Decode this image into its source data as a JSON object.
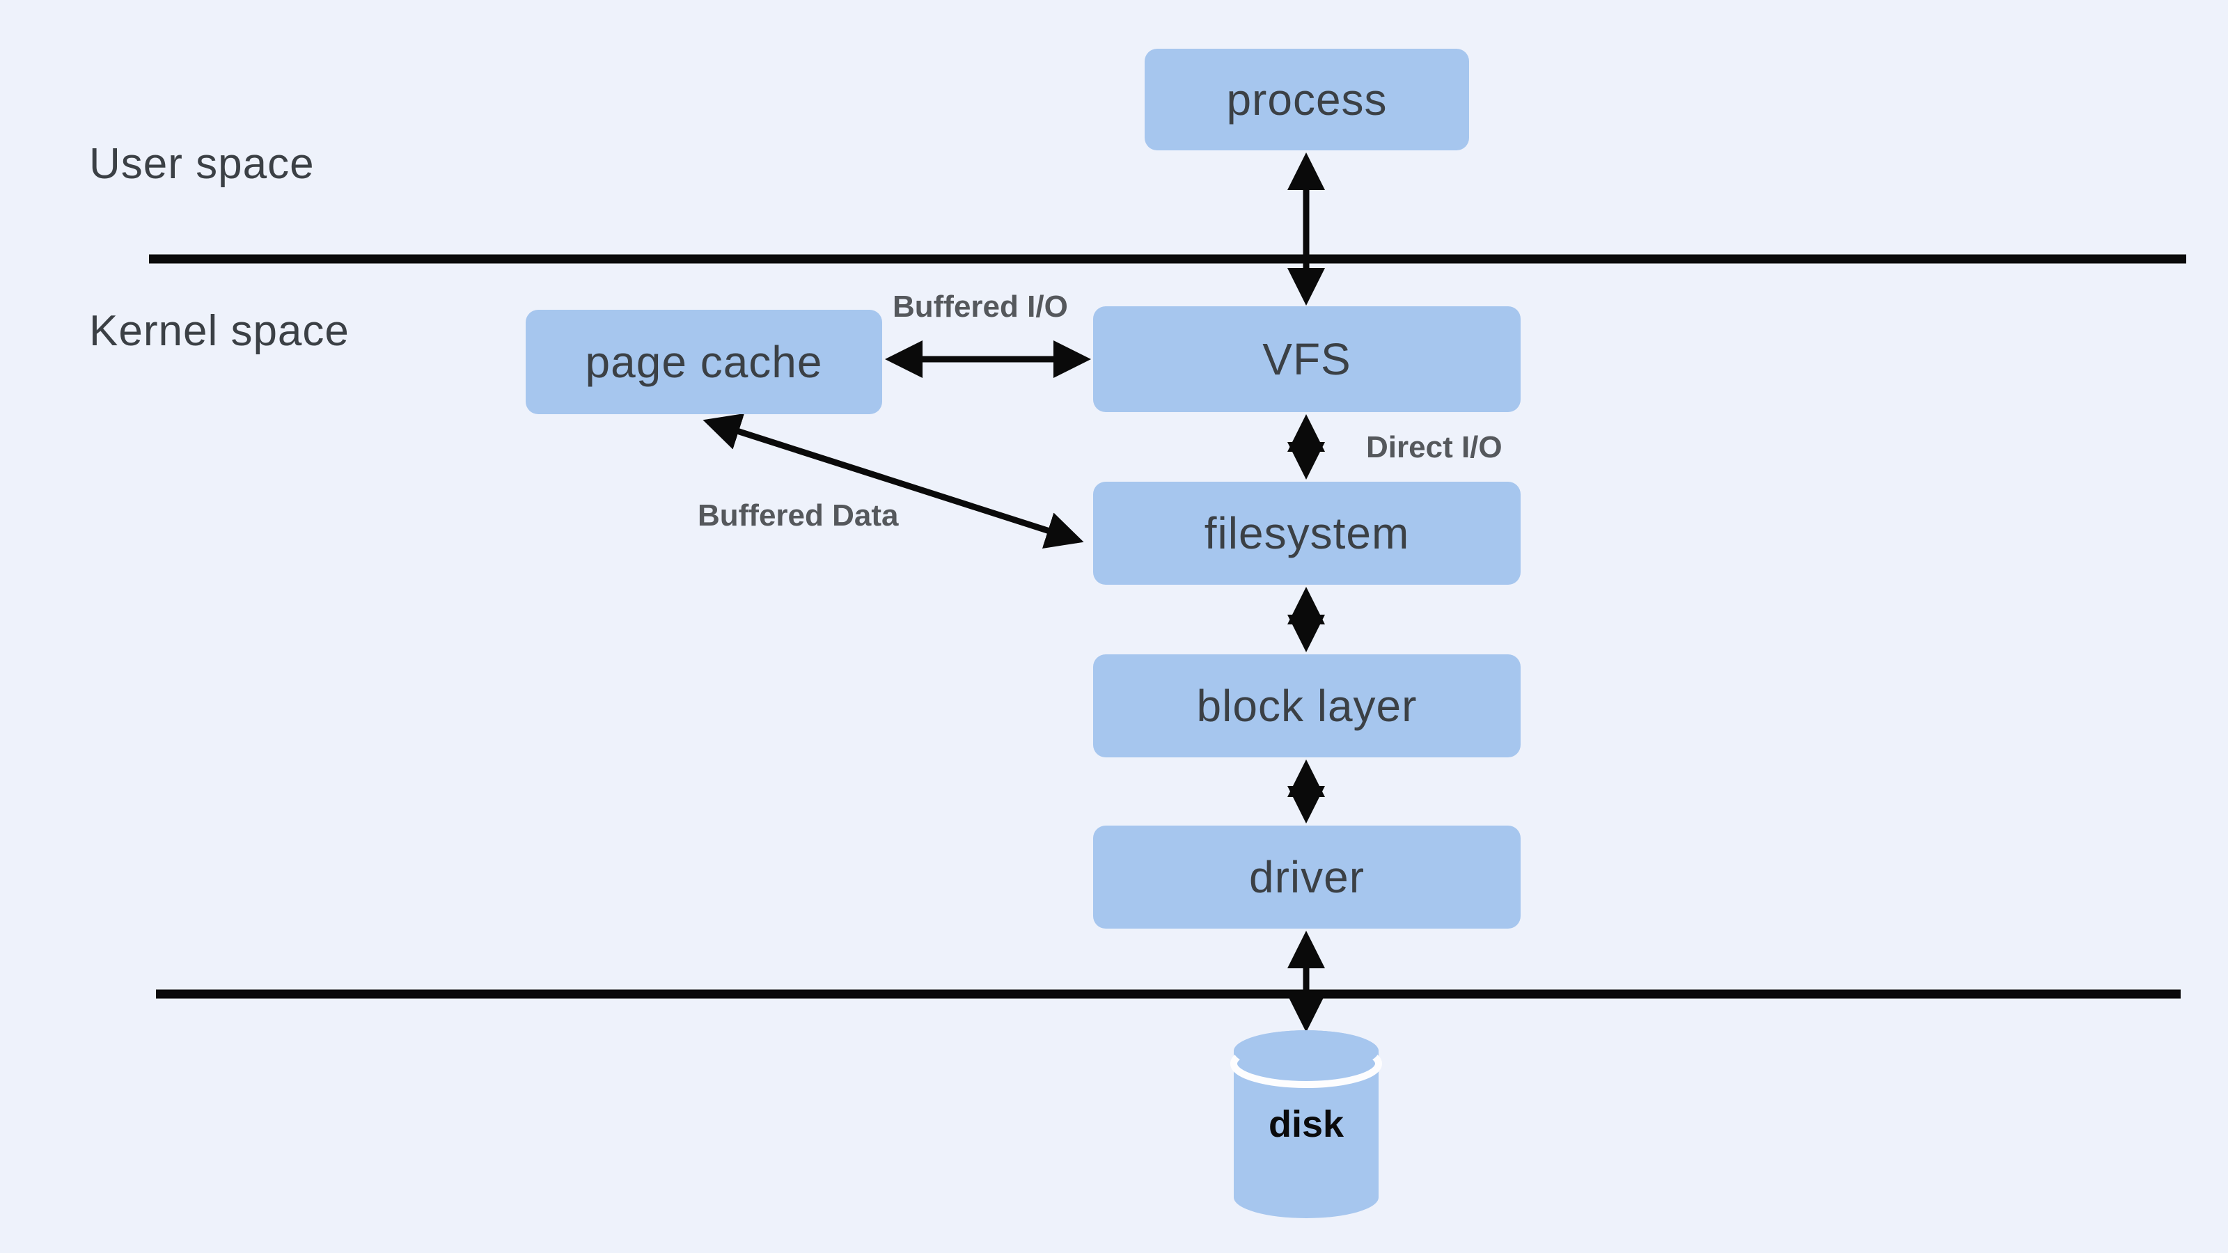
{
  "colors": {
    "bg": "#eef2fb",
    "node-fill": "#a6c6ee",
    "node-text": "#3b4045",
    "label-text": "#3b4045",
    "annotation-text": "#55585c",
    "line": "#0a0a0a",
    "disk-text": "#0b0b0c"
  },
  "regions": {
    "user_space": "User space",
    "kernel_space": "Kernel space"
  },
  "nodes": {
    "process": "process",
    "page_cache": "page cache",
    "vfs": "VFS",
    "filesystem": "filesystem",
    "block_layer": "block layer",
    "driver": "driver",
    "disk": "disk"
  },
  "annotations": {
    "buffered_io": "Buffered I/O",
    "direct_io": "Direct I/O",
    "buffered_data": "Buffered Data"
  },
  "edges": [
    {
      "from": "process",
      "to": "vfs",
      "bidirectional": true,
      "label": ""
    },
    {
      "from": "page_cache",
      "to": "vfs",
      "bidirectional": true,
      "label": "Buffered I/O"
    },
    {
      "from": "vfs",
      "to": "filesystem",
      "bidirectional": true,
      "label": "Direct I/O"
    },
    {
      "from": "page_cache",
      "to": "filesystem",
      "bidirectional": true,
      "label": "Buffered Data"
    },
    {
      "from": "filesystem",
      "to": "block_layer",
      "bidirectional": true,
      "label": ""
    },
    {
      "from": "block_layer",
      "to": "driver",
      "bidirectional": true,
      "label": ""
    },
    {
      "from": "driver",
      "to": "disk",
      "bidirectional": true,
      "label": ""
    }
  ],
  "boundaries": [
    {
      "name": "user-kernel-boundary",
      "between": [
        "User space",
        "Kernel space"
      ]
    },
    {
      "name": "kernel-hardware-boundary",
      "between": [
        "Kernel space",
        "disk"
      ]
    }
  ]
}
